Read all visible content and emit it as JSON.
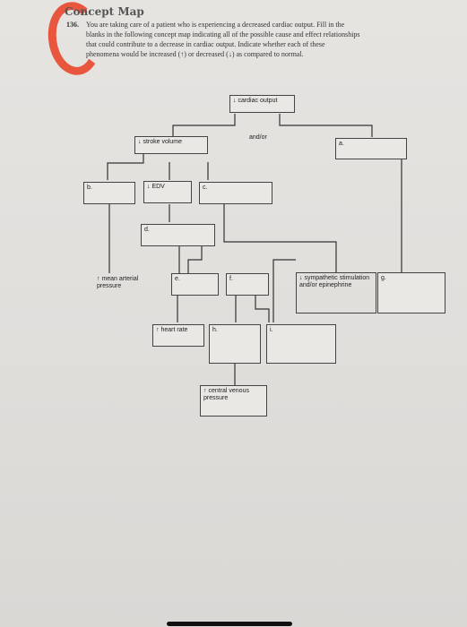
{
  "section_title": "Concept Map",
  "question": {
    "number": "136.",
    "lines": [
      "You are taking care of a patient who is experiencing a decreased cardiac output. Fill in the",
      "blanks in the following concept map indicating all of the possible cause and effect relationships",
      "that could contribute to a decrease in cardiac output. Indicate whether each of these",
      "phenomena would be increased (↑) or decreased (↓) as compared to normal."
    ]
  },
  "map": {
    "cardiac_output": "↓ cardiac output",
    "and_or": "and/or",
    "stroke_volume": "↓ stroke volume",
    "edv": "↓ EDV",
    "mean_arterial_pressure": "↑ mean arterial pressure",
    "heart_rate": "↑ heart rate",
    "central_venous_pressure": "↑ central venous pressure",
    "sympathetic": "↓ sympathetic stimulation and/or epinephrine",
    "blank_a": "a.",
    "blank_b": "b.",
    "blank_c": "c.",
    "blank_d": "d.",
    "blank_e": "e.",
    "blank_f": "f.",
    "blank_g": "g.",
    "blank_h": "h.",
    "blank_i": "i."
  }
}
